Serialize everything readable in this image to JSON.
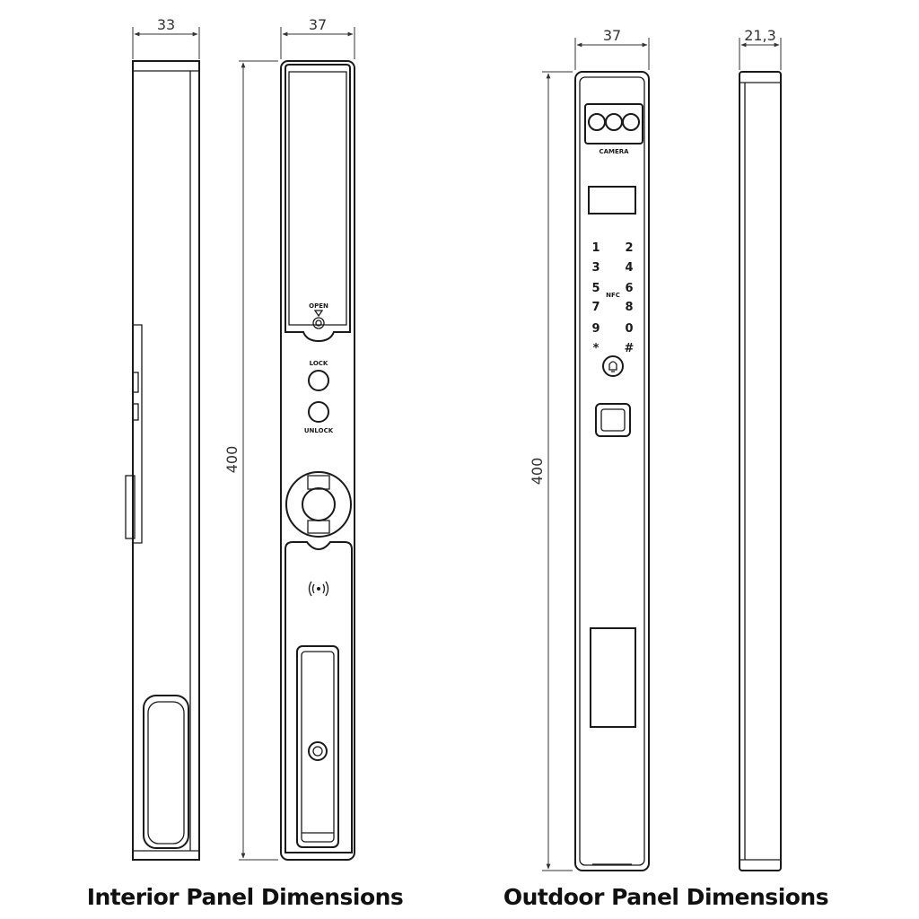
{
  "dimensions": {
    "interior_side_width": "33",
    "interior_front_width": "37",
    "interior_height": "400",
    "outdoor_front_width": "37",
    "outdoor_side_width": "21,3",
    "outdoor_height": "400"
  },
  "interior_labels": {
    "open": "OPEN",
    "lock": "LOCK",
    "unlock": "UNLOCK"
  },
  "outdoor_labels": {
    "camera": "CAMERA",
    "nfc": "NFC",
    "keypad": [
      "1",
      "2",
      "3",
      "4",
      "5",
      "6",
      "7",
      "8",
      "9",
      "0",
      "*",
      "#"
    ]
  },
  "captions": {
    "interior": "Interior Panel Dimensions",
    "outdoor": "Outdoor Panel Dimensions"
  }
}
